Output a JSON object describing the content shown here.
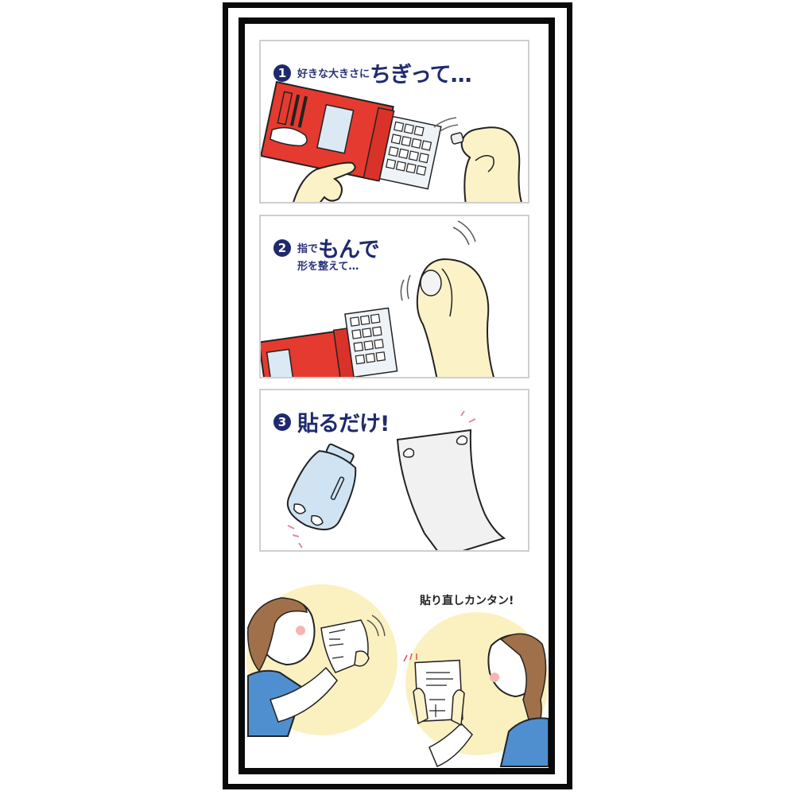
{
  "steps": [
    {
      "number": "1",
      "lead_text": "好きな大きさに",
      "emphasis_text": "ちぎって…",
      "illustration": "tearing-putty-from-red-package"
    },
    {
      "number": "2",
      "lead_text": "指で",
      "emphasis_text": "もんで",
      "sub_text": "形を整えて…",
      "illustration": "kneading-putty-with-fingers"
    },
    {
      "number": "3",
      "lead_text": "",
      "emphasis_text": "貼るだけ!",
      "illustration": "putty-on-bottle-and-paper"
    }
  ],
  "bottom": {
    "caption": "貼り直しカンタン!",
    "illustration": "women-repositioning-paper"
  },
  "colors": {
    "heading_navy": "#1f2a6e",
    "package_red": "#e53a2f",
    "skin": "#fbf2c8",
    "circle_bg": "#fbf0c0",
    "bottle_blue": "#cfe3f2",
    "shirt_blue": "#4f8fcf",
    "hair_brown": "#a0704a",
    "frame_black": "#0a0a0a"
  }
}
